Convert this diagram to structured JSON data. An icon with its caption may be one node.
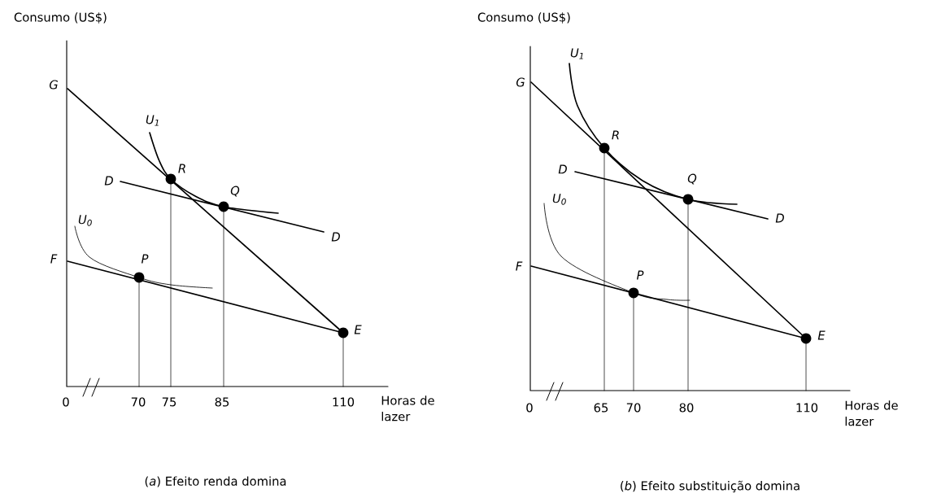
{
  "diagram": {
    "labels": [
      "Consumo (US$)",
      "G",
      "U$_{1}$",
      "R",
      "D",
      "Q",
      "D",
      "U$_{0}$",
      "F",
      "P",
      "E",
      "0",
      "70",
      "75",
      "85",
      "110",
      "Horas de lazer",
      "(*a*) Efeito renda domina",
      "Consumo (US$)",
      "G",
      "U$_{1}$",
      "R",
      "D",
      "Q",
      "D",
      "U$_{0}$",
      "F",
      "P",
      "E",
      "0",
      "65",
      "70",
      "80",
      "110",
      "Horas de lazer",
      "(*b*) Efeito substituição domina"
    ]
  }
}
